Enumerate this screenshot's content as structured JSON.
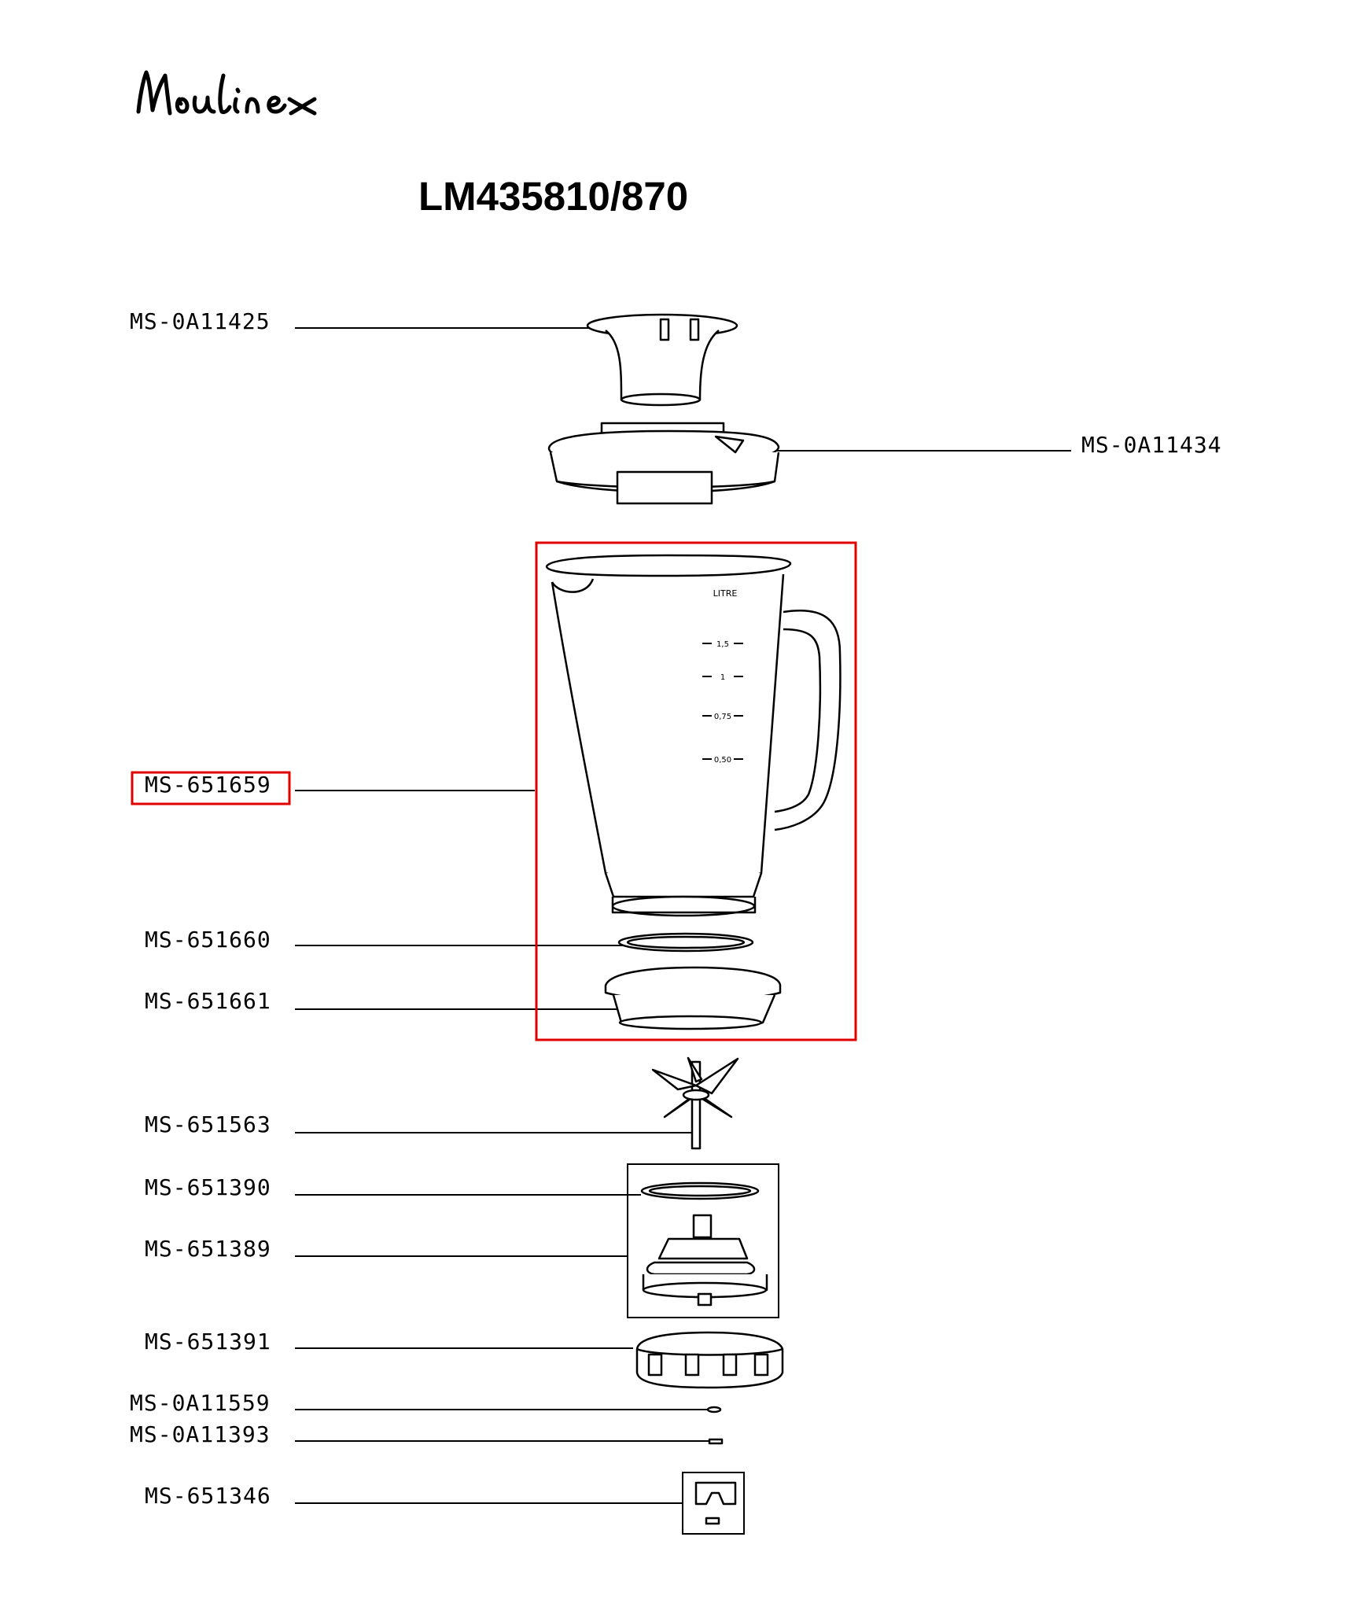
{
  "brand": "Moulinex",
  "title": "LM435810/870",
  "jug_capacity_mark": "LITRE",
  "jug_scale": [
    "1,5",
    "1",
    "0,75",
    "0,50"
  ],
  "parts": [
    {
      "id": "lid-cap",
      "ref": "MS-0A11425"
    },
    {
      "id": "lid",
      "ref": "MS-0A11434"
    },
    {
      "id": "jug",
      "ref": "MS-651659",
      "highlighted": true
    },
    {
      "id": "jug-seal",
      "ref": "MS-651660"
    },
    {
      "id": "jug-base",
      "ref": "MS-651661"
    },
    {
      "id": "blade",
      "ref": "MS-651563"
    },
    {
      "id": "blade-seal",
      "ref": "MS-651390"
    },
    {
      "id": "blade-support",
      "ref": "MS-651389"
    },
    {
      "id": "locking-ring",
      "ref": "MS-651391"
    },
    {
      "id": "small-part-1",
      "ref": "MS-0A11559"
    },
    {
      "id": "small-part-2",
      "ref": "MS-0A11393"
    },
    {
      "id": "coupler",
      "ref": "MS-651346"
    }
  ],
  "colors": {
    "highlight": "#e00000",
    "line": "#000000"
  }
}
